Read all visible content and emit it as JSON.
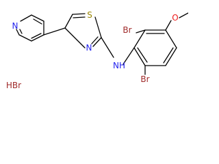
{
  "molecule": {
    "atoms": {
      "pyridine_n": "N",
      "thiazole_s": "S",
      "thiazole_n": "N",
      "amine_nh": "NH",
      "bromo_top": "Br",
      "bromo_bottom": "Br",
      "methoxy_o": "O"
    },
    "salt": "HBr"
  },
  "colors": {
    "bond": "#000000",
    "nitrogen": "#2323ee",
    "sulfur": "#9a8600",
    "bromine": "#a02a2a",
    "oxygen": "#ee1a1a",
    "salt": "#a02a2a"
  }
}
